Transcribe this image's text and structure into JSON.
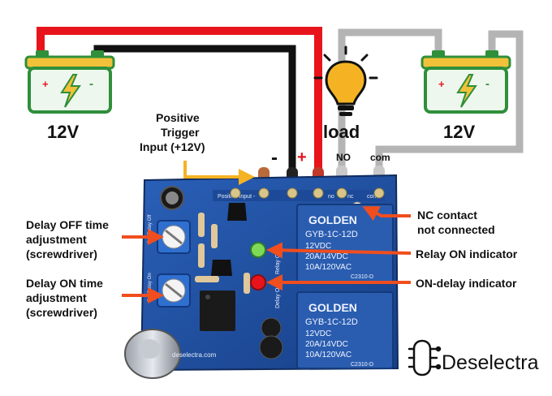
{
  "batteries": {
    "left": {
      "voltage": "12V",
      "plus": "+",
      "minus": "-"
    },
    "right": {
      "voltage": "12V",
      "plus": "+",
      "minus": "-"
    }
  },
  "load": {
    "label": "load"
  },
  "trigger": {
    "line1": "Positive",
    "line2": "Trigger",
    "line3": "Input (+12V)"
  },
  "terminals": {
    "minus": "-",
    "plus": "+",
    "no": "NO",
    "com": "com"
  },
  "board": {
    "silk_in": "Positive Input -",
    "silk_no": "no",
    "silk_nc": "nc",
    "silk_com": "com",
    "silk_relay": "Relay On",
    "silk_delay": "Delay On",
    "silk_setoff": "Set Delay Off",
    "silk_seton": "Set Delay On",
    "website": "deselectra.com",
    "relay1": {
      "brand": "GOLDEN",
      "model": "GYB-1C-12D",
      "vdc": "12VDC",
      "rating1": "20A/14VDC",
      "rating2": "10A/120VAC",
      "code": "C2310-D"
    },
    "relay2": {
      "brand": "GOLDEN",
      "model": "GYB-1C-12D",
      "vdc": "12VDC",
      "rating1": "20A/14VDC",
      "rating2": "10A/120VAC",
      "code": "C2310-D"
    }
  },
  "annotations": {
    "delay_off": {
      "line1": "Delay OFF time",
      "line2": "adjustment",
      "line3": "(screwdriver)"
    },
    "delay_on": {
      "line1": "Delay ON time",
      "line2": "adjustment",
      "line3": "(screwdriver)"
    },
    "nc": {
      "line1": "NC contact",
      "line2": "not connected"
    },
    "relay_on": "Relay ON indicator",
    "on_delay": "ON-delay indicator"
  },
  "logo": {
    "text": "Deselectra"
  },
  "colors": {
    "wire_red": "#e8141c",
    "wire_black": "#111111",
    "wire_gray": "#b4b4b4",
    "arrow_orange": "#f04e1e",
    "arrow_yellow": "#f5b324",
    "battery_green": "#2f8f3a",
    "battery_body": "#eef7ee",
    "battery_cap": "#f2c13a",
    "pcb_blue": "#1f4fa0",
    "relay_blue": "#2a5db0"
  }
}
